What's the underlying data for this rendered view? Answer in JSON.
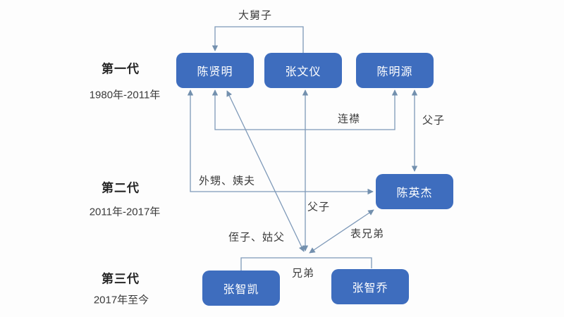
{
  "diagram": {
    "generations": [
      {
        "label": "第一代",
        "period": "1980年-2011年"
      },
      {
        "label": "第二代",
        "period": "2011年-2017年"
      },
      {
        "label": "第三代",
        "period": "2017年至今"
      }
    ],
    "nodes": [
      {
        "id": "chen-xianming",
        "label": "陈贤明"
      },
      {
        "id": "zhang-wenyi",
        "label": "张文仪"
      },
      {
        "id": "chen-mingyuan",
        "label": "陈明源"
      },
      {
        "id": "chen-yingjie",
        "label": "陈英杰"
      },
      {
        "id": "zhang-zhikai",
        "label": "张智凯"
      },
      {
        "id": "zhang-zhiqiao",
        "label": "张智乔"
      }
    ],
    "edges": [
      {
        "label": "大舅子",
        "from": "张文仪",
        "to": "陈贤明"
      },
      {
        "label": "连襟",
        "from": "陈贤明",
        "to": "陈明源"
      },
      {
        "label": "父子",
        "from": "陈明源",
        "to": "陈英杰"
      },
      {
        "label": "外甥、姨夫",
        "from": "陈贤明",
        "to": "陈英杰"
      },
      {
        "label": "父子",
        "from": "张文仪",
        "to": "张智凯、张智乔"
      },
      {
        "label": "侄子、姑父",
        "from": "陈贤明",
        "to": "张智凯、张智乔"
      },
      {
        "label": "表兄弟",
        "from": "陈英杰",
        "to": "张智凯、张智乔"
      },
      {
        "label": "兄弟",
        "from": "张智凯",
        "to": "张智乔"
      }
    ],
    "colors": {
      "node_fill": "#3e6dbe",
      "node_text": "#ffffff",
      "connector": "#7e99b8",
      "label_text": "#3d3d3d",
      "background": "#fdfdfd"
    }
  }
}
